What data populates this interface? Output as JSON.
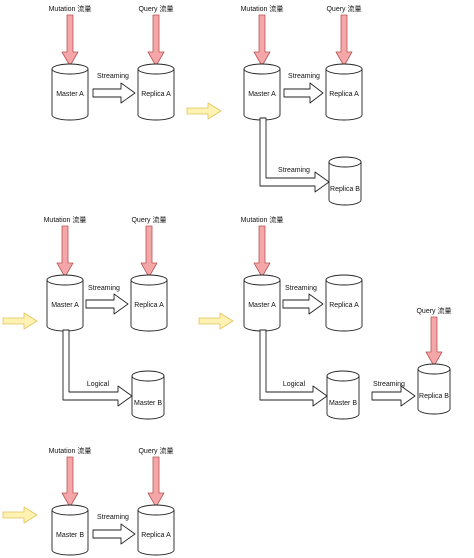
{
  "labels": {
    "mutation": "Mutation 流量",
    "query": "Query 流量",
    "streaming": "Streaming",
    "logical": "Logical",
    "master_a": "Master A",
    "master_b": "Master B",
    "replica_a": "Replica A",
    "replica_b": "Replica B"
  },
  "colors": {
    "traffic_arrow_fill": "#f4a6a8",
    "traffic_arrow_stroke": "#b85450",
    "transition_arrow_fill": "#fff2b3",
    "transition_arrow_stroke": "#e3c25a",
    "flow_arrow_fill": "#ffffff",
    "flow_arrow_stroke": "#222222",
    "db_fill": "#ffffff",
    "db_stroke": "#222222"
  }
}
